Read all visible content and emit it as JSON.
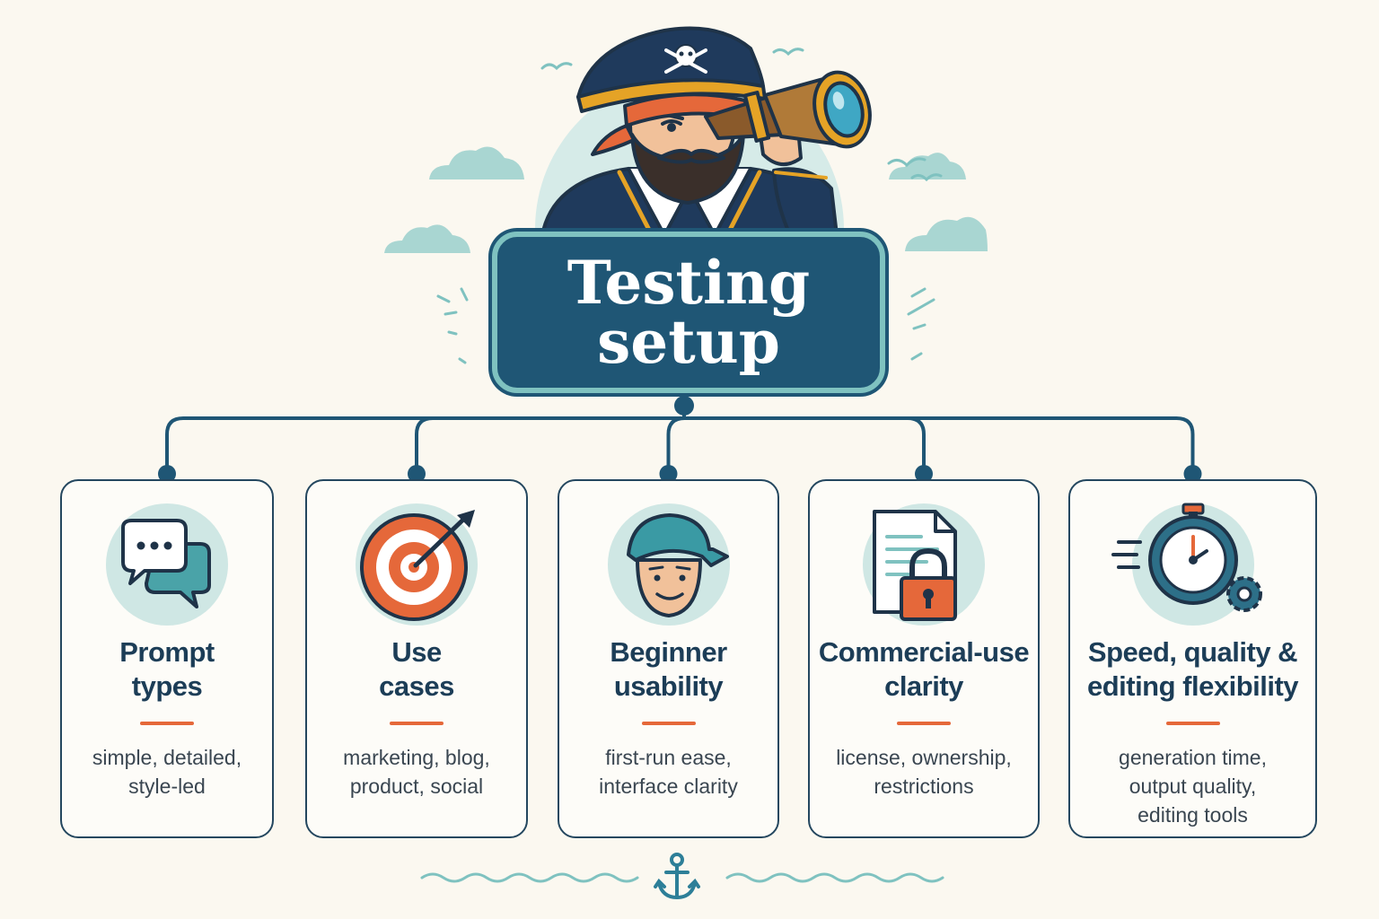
{
  "title": {
    "line1": "Testing",
    "line2": "setup"
  },
  "cards": [
    {
      "title_lines": [
        "Prompt",
        "types"
      ],
      "desc_lines": [
        "simple, detailed,",
        "style-led"
      ],
      "icon": "chat-bubbles-icon"
    },
    {
      "title_lines": [
        "Use",
        "cases"
      ],
      "desc_lines": [
        "marketing, blog,",
        "product, social"
      ],
      "icon": "target-icon"
    },
    {
      "title_lines": [
        "Beginner",
        "usability"
      ],
      "desc_lines": [
        "first-run ease,",
        "interface clarity"
      ],
      "icon": "beginner-face-icon"
    },
    {
      "title_lines": [
        "Commercial-use",
        "clarity"
      ],
      "desc_lines": [
        "license, ownership,",
        "restrictions"
      ],
      "icon": "document-lock-icon"
    },
    {
      "title_lines": [
        "Speed, quality &",
        "editing flexibility"
      ],
      "desc_lines": [
        "generation time,",
        "output quality,",
        "editing tools"
      ],
      "icon": "stopwatch-gear-icon"
    }
  ],
  "colors": {
    "navy": "#1f5675",
    "teal": "#7fc2c0",
    "accent": "#e5683a",
    "outline": "#24475f",
    "background": "#fbf8f0"
  },
  "decorations": [
    "pirate-captain-illustration",
    "cloud-icon",
    "seagull-icon",
    "anchor-icon",
    "wave-divider"
  ]
}
